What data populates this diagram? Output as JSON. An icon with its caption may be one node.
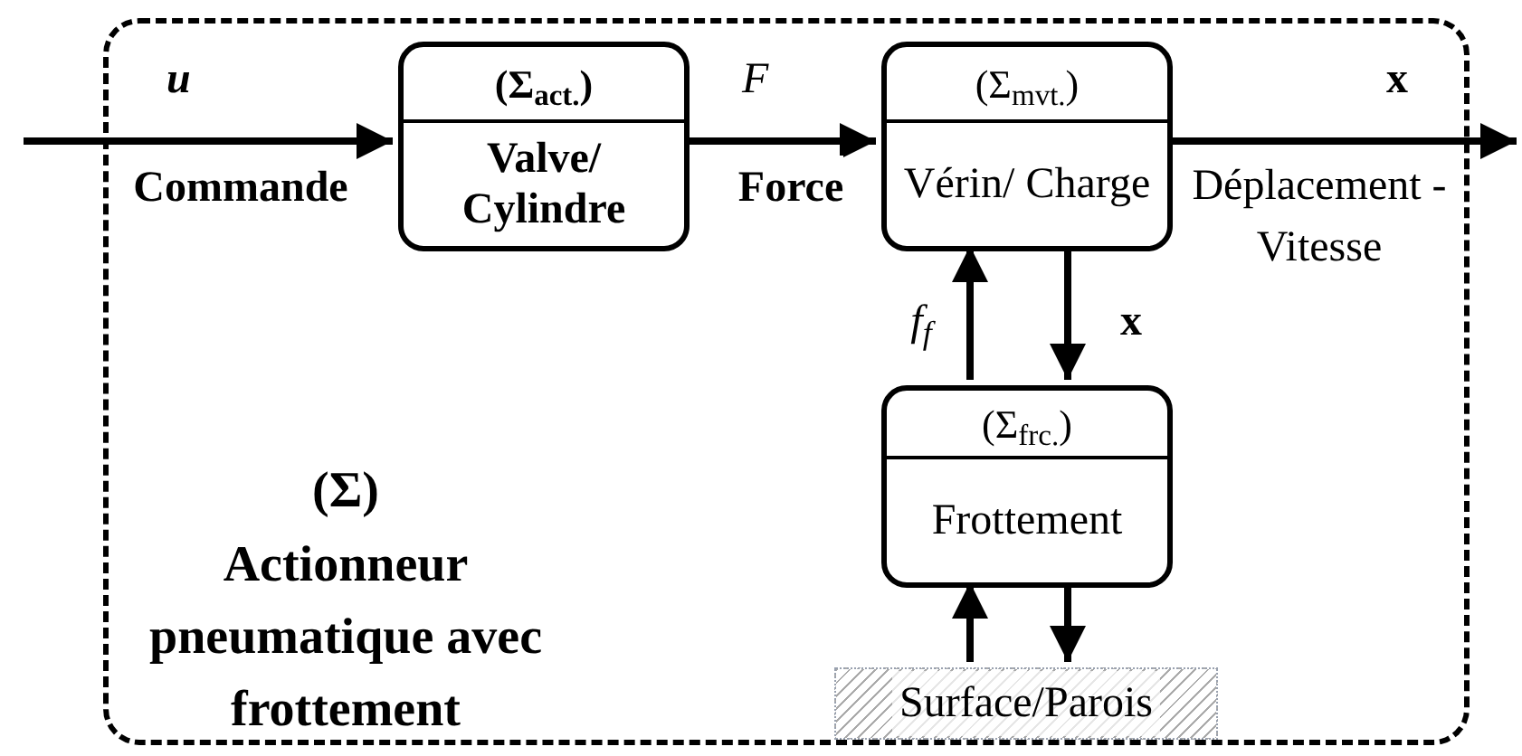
{
  "diagram": {
    "nodes": [
      {
        "text": [
          "(Σ)",
          "Actionneur pneumatique avec frottement"
        ]
      },
      {
        "text": [
          "(Σ$_{act.}$)",
          "Valve/ Cylindre"
        ],
        "in": 0
      },
      {
        "text": [
          "(Σ$_{mvt.}$)",
          "Vérin/ Charge"
        ],
        "in": 0
      },
      {
        "text": [
          "(Σ$_{frc.}$)",
          "Frottement"
        ],
        "in": 0
      },
      {
        "text": [
          "Surface/Parois"
        ],
        "in": 0
      }
    ],
    "edges": [
      {
        "from": null,
        "to": 1,
        "arrow": "to",
        "label": "Commande"
      },
      {
        "from": 1,
        "to": 2,
        "arrow": "to",
        "label": "Force"
      },
      {
        "from": 2,
        "to": null,
        "arrow": "to",
        "label": "Déplacement - Vitesse"
      },
      {
        "from": 3,
        "to": 2,
        "arrow": "to",
        "label": "f$_{f}$"
      },
      {
        "from": 2,
        "to": 3,
        "arrow": "to",
        "label": "x"
      },
      {
        "from": 4,
        "to": 3,
        "arrow": "to"
      },
      {
        "from": 3,
        "to": 4,
        "arrow": "to"
      }
    ],
    "labels": [
      "u",
      "F",
      "x"
    ]
  }
}
